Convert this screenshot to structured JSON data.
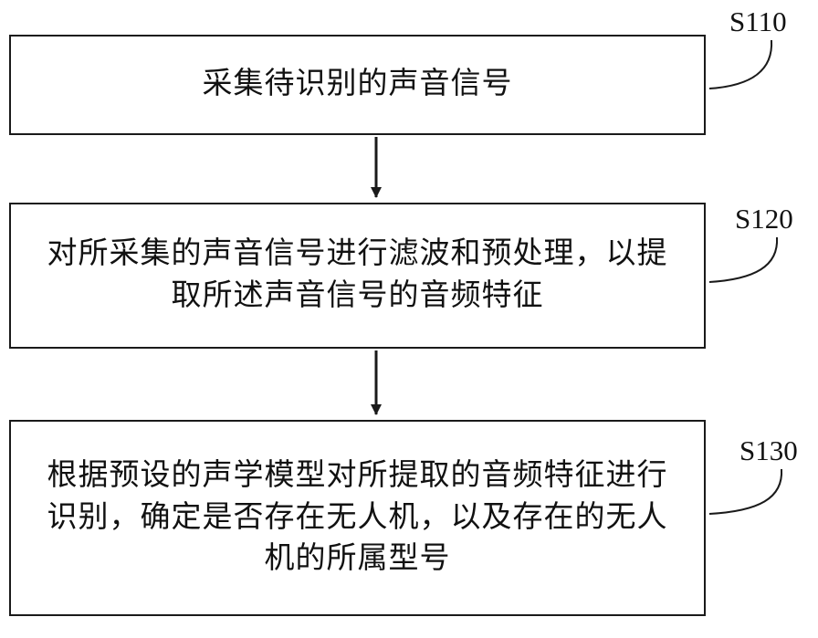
{
  "diagram": {
    "type": "flowchart",
    "background_color": "#ffffff",
    "box_border_color": "#1a1a1a",
    "text_color": "#111111",
    "steps": [
      {
        "label": "S110",
        "text": "采集待识别的声音信号"
      },
      {
        "label": "S120",
        "text": "对所采集的声音信号进行滤波和预处理，以提\n取所述声音信号的音频特征"
      },
      {
        "label": "S130",
        "text": "根据预设的声学模型对所提取的音频特征进行\n识别，确定是否存在无人机，以及存在的无人\n机的所属型号"
      }
    ],
    "connections": [
      {
        "from": "S110",
        "to": "S120",
        "style": "arrow-down"
      },
      {
        "from": "S120",
        "to": "S130",
        "style": "arrow-down"
      }
    ]
  }
}
